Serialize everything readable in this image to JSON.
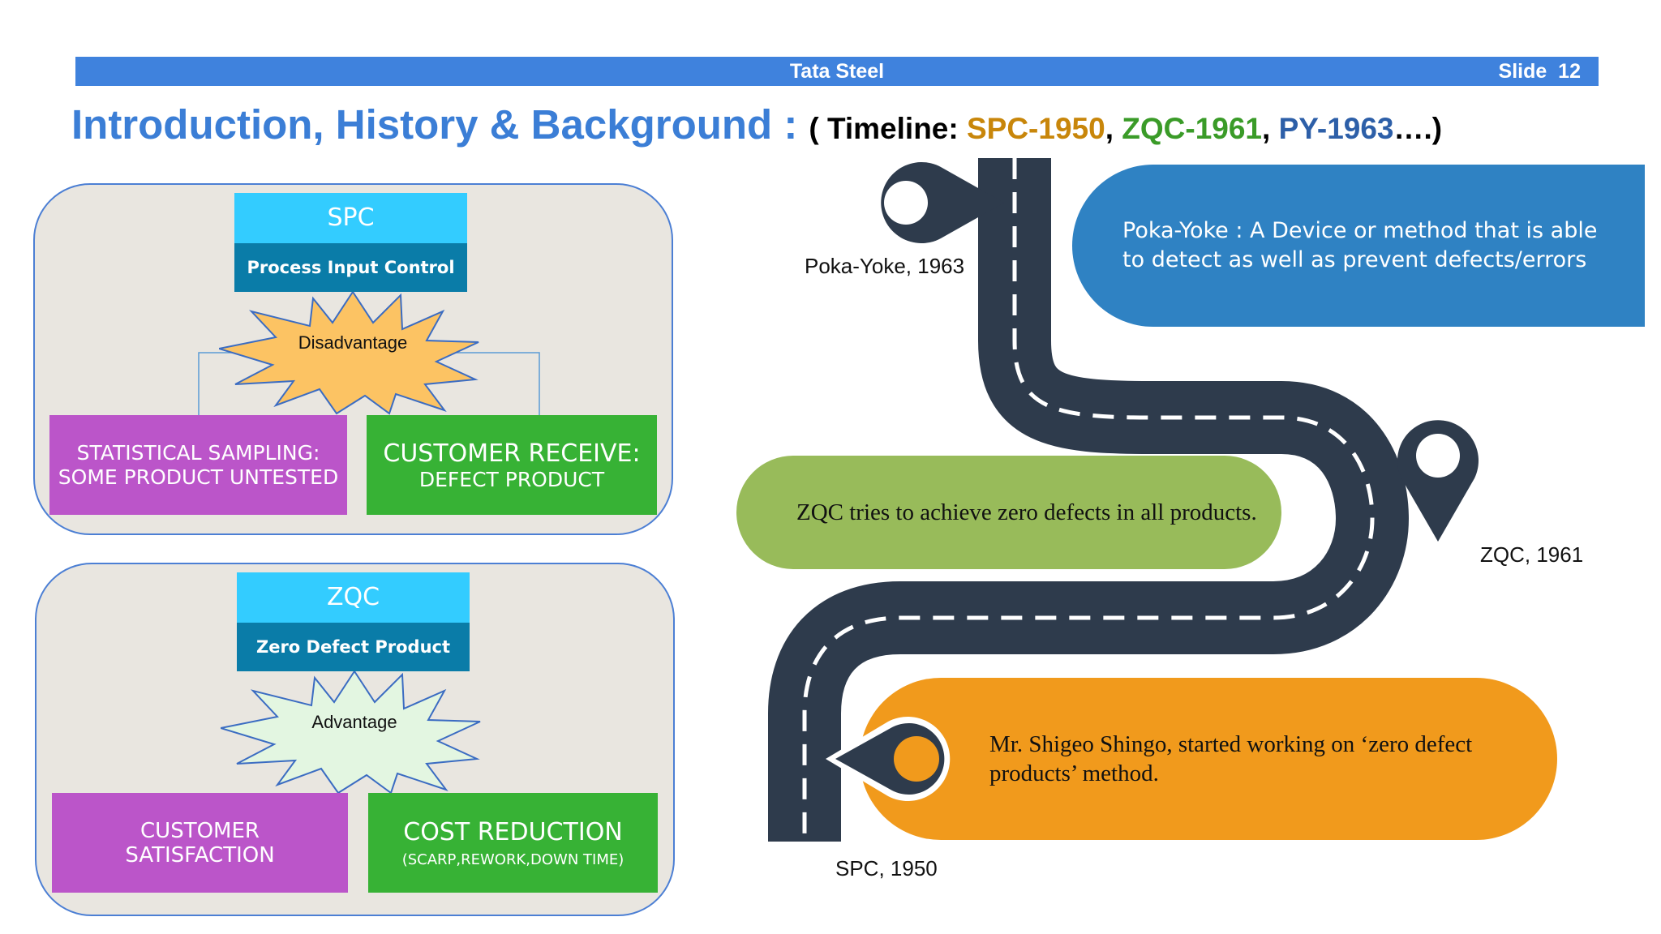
{
  "header": {
    "company": "Tata Steel",
    "slide": "Slide  12"
  },
  "title": {
    "main": "Introduction, History & Background :",
    "timeline_open": "( Timeline: ",
    "spc": "SPC-1950",
    "sep1": ", ",
    "zqc": "ZQC-1961",
    "sep2": ", ",
    "py": "PY-1963",
    "timeline_close": "….)"
  },
  "spc_panel": {
    "head": "SPC",
    "sub": "Process Input Control",
    "burst": "Disadvantage",
    "left_box": "STATISTICAL SAMPLING: SOME PRODUCT UNTESTED",
    "right_box_line1": "CUSTOMER RECEIVE:",
    "right_box_line2": "DEFECT PRODUCT"
  },
  "zqc_panel": {
    "head": "ZQC",
    "sub": "Zero Defect Product",
    "burst": "Advantage",
    "left_box": "CUSTOMER SATISFACTION",
    "right_box_line1": "COST REDUCTION",
    "right_box_line2": "(SCARP,REWORK,DOWN TIME)"
  },
  "timeline": {
    "py_label": "Poka-Yoke, 1963",
    "zqc_label": "ZQC, 1961",
    "spc_label": "SPC, 1950",
    "py_text": "Poka-Yoke : A Device or method that is able to detect as well as prevent defects/errors",
    "zqc_text": "ZQC tries to achieve zero defects in all products.",
    "spc_text": "Mr. Shigeo Shingo, started working on ‘zero defect products’ method."
  },
  "colors": {
    "header_blue": "#3f82dd",
    "cyan": "#33ccff",
    "teal": "#0a7ca8",
    "magenta": "#bb55c9",
    "green": "#37b235",
    "road": "#2e3b4c",
    "py_bubble": "#2f82c3",
    "zqc_bubble": "#98bb5a",
    "spc_bubble": "#f19a1c"
  }
}
